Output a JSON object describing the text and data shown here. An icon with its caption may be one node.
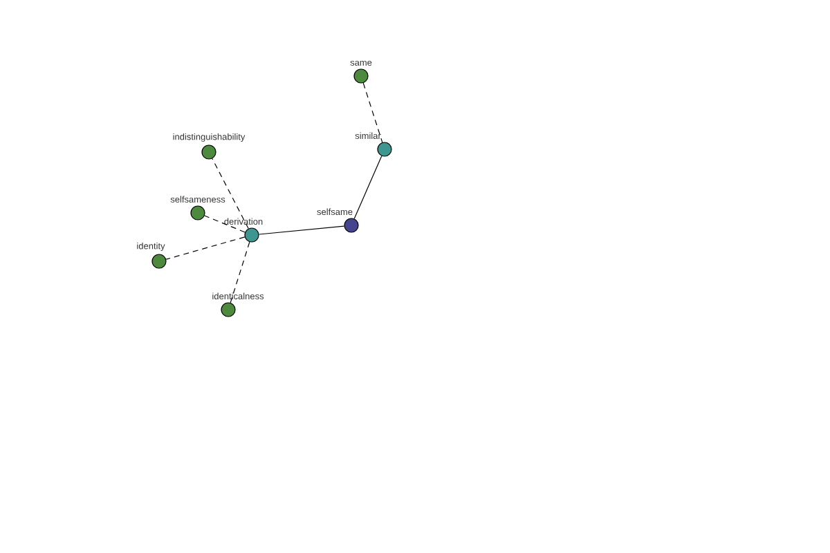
{
  "diagram": {
    "nodes": [
      {
        "text": [
          "same"
        ]
      },
      {
        "text": [
          "similar"
        ]
      },
      {
        "text": [
          "indistinguishability"
        ]
      },
      {
        "text": [
          "selfsameness"
        ]
      },
      {
        "text": [
          "selfsame"
        ]
      },
      {
        "text": [
          "derivation"
        ]
      },
      {
        "text": [
          "identity"
        ]
      },
      {
        "text": [
          "identicalness"
        ]
      }
    ],
    "edges": [
      {
        "from": 0,
        "to": 1,
        "arrow": "none",
        "style": "dashed"
      },
      {
        "from": 1,
        "to": 4,
        "arrow": "none"
      },
      {
        "from": 4,
        "to": 5,
        "arrow": "none"
      },
      {
        "from": 5,
        "to": 2,
        "arrow": "none",
        "style": "dashed"
      },
      {
        "from": 5,
        "to": 3,
        "arrow": "none",
        "style": "dashed"
      },
      {
        "from": 5,
        "to": 6,
        "arrow": "none",
        "style": "dashed"
      },
      {
        "from": 5,
        "to": 7,
        "arrow": "none",
        "style": "dashed"
      }
    ]
  }
}
